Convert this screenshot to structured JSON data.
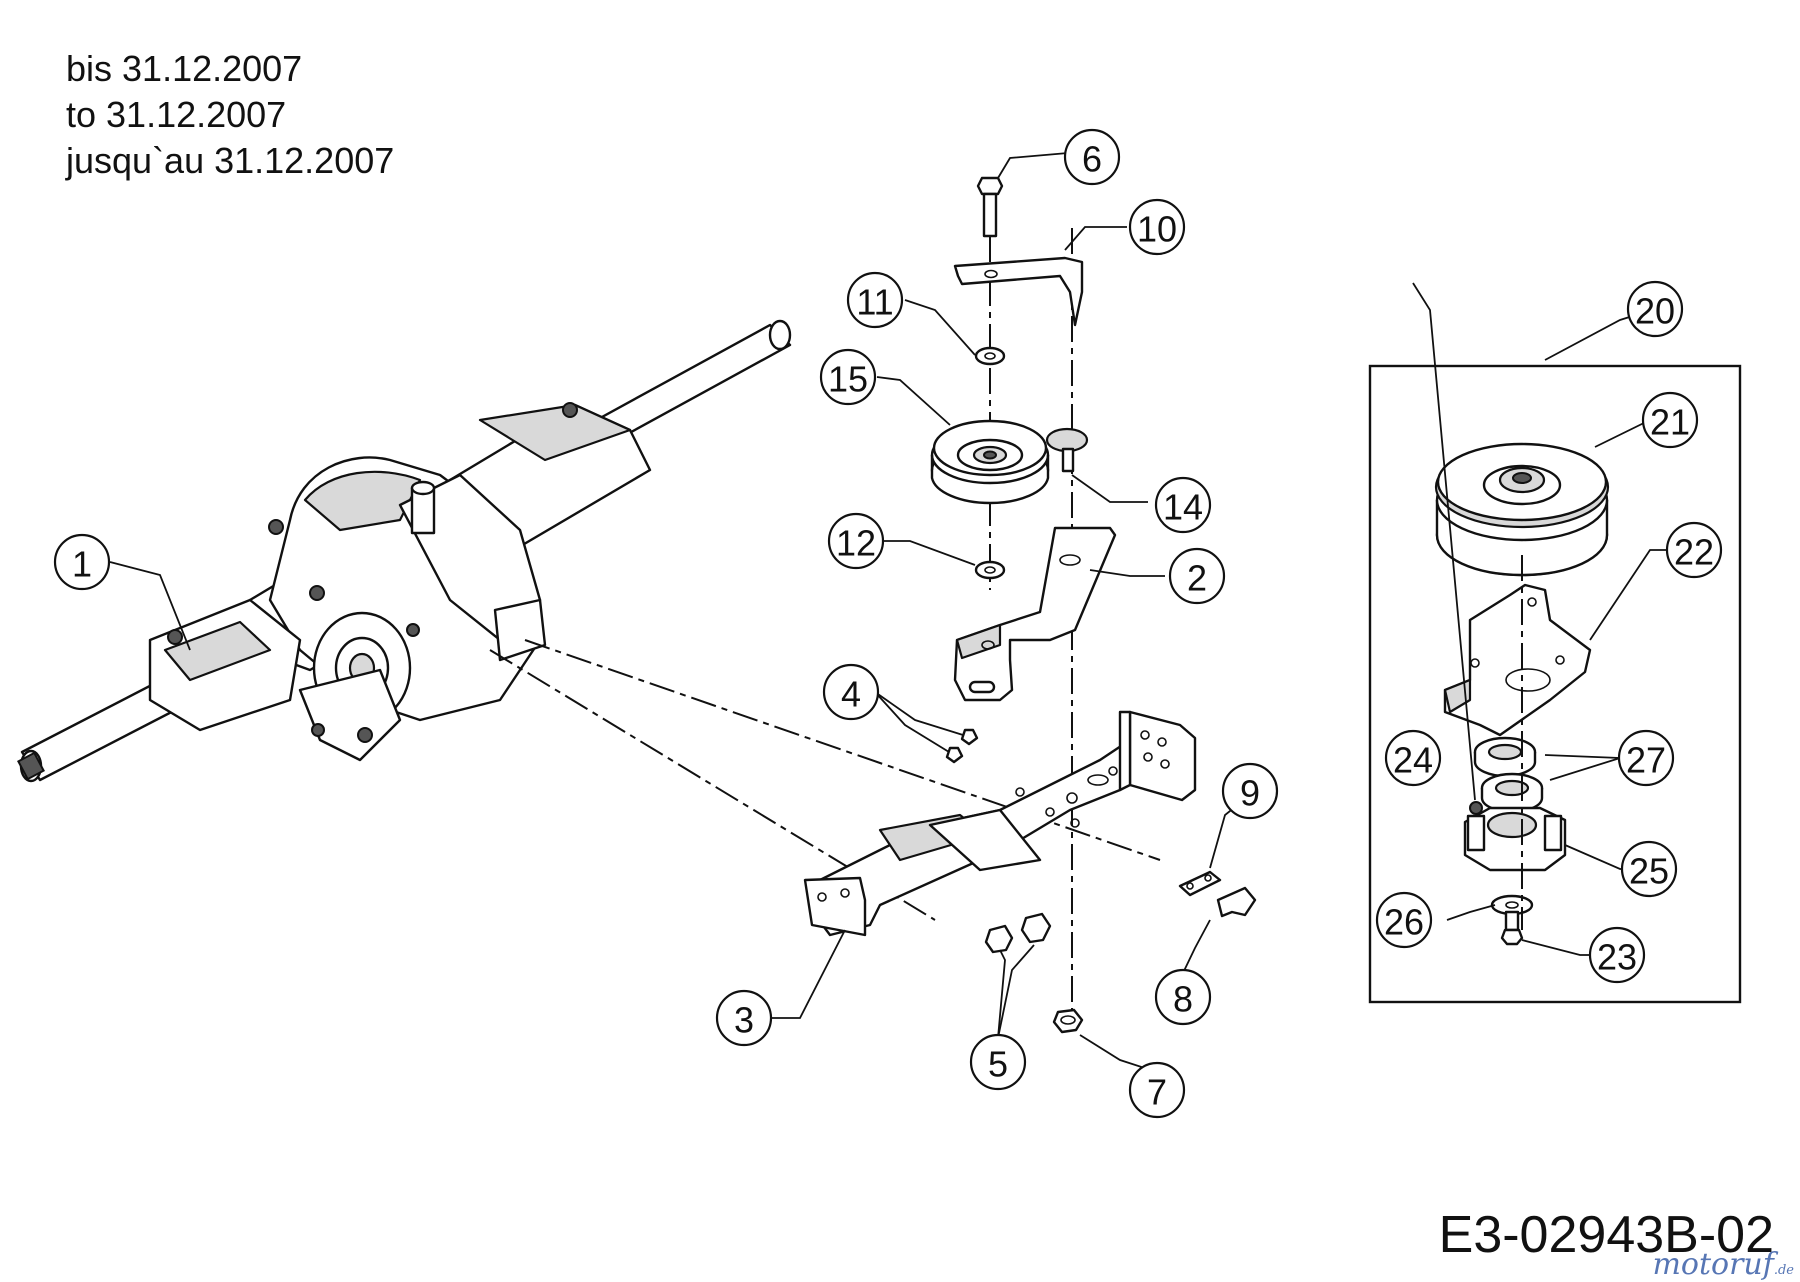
{
  "header": {
    "line_de": "bis 31.12.2007",
    "line_en": "to 31.12.2007",
    "line_fr": "jusqu`au 31.12.2007"
  },
  "document_number": "E3-02943B-02",
  "watermark": {
    "brand": "motoruf",
    "tld": ".de"
  },
  "callouts": [
    "1",
    "2",
    "3",
    "4",
    "5",
    "6",
    "7",
    "8",
    "9",
    "10",
    "11",
    "12",
    "14",
    "15",
    "20",
    "21",
    "22",
    "23",
    "24",
    "25",
    "26",
    "27"
  ],
  "colors": {
    "line": "#111111",
    "shade": "#d9d9d9",
    "watermark": "#3a5fa8"
  }
}
